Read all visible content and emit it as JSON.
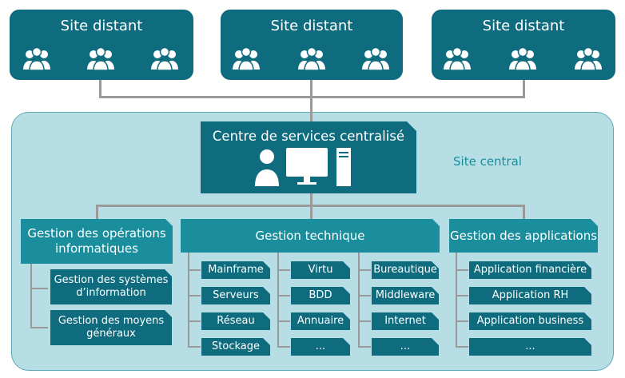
{
  "remote_sites": [
    {
      "label": "Site distant"
    },
    {
      "label": "Site distant"
    },
    {
      "label": "Site distant"
    }
  ],
  "central_site_label": "Site central",
  "hub": {
    "title": "Centre de services centralisé"
  },
  "departments": {
    "ops": {
      "title": "Gestion des opérations informatiques",
      "items": [
        "Gestion des systèmes d’information",
        "Gestion des moyens généraux"
      ]
    },
    "tech": {
      "title": "Gestion technique",
      "col1": [
        "Mainframe",
        "Serveurs",
        "Réseau",
        "Stockage"
      ],
      "col2": [
        "Virtu",
        "BDD",
        "Annuaire",
        "..."
      ],
      "col3": [
        "Bureautique",
        "Middleware",
        "Internet",
        "..."
      ]
    },
    "apps": {
      "title": "Gestion des applications",
      "items": [
        "Application financière",
        "Application RH",
        "Application business",
        "..."
      ]
    }
  },
  "colors": {
    "dark_teal": "#0e6c7e",
    "teal": "#1a8e9d",
    "light_bg": "#b6dee4",
    "connector": "#9a9a9a"
  }
}
